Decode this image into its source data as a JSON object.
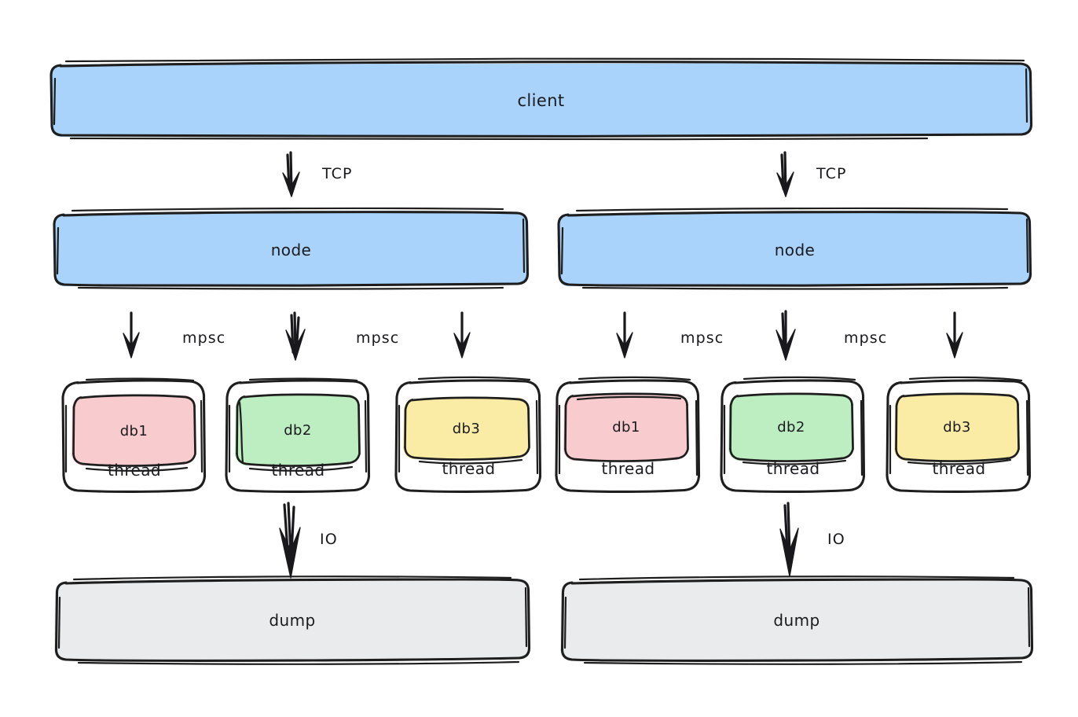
{
  "diagram": {
    "title": "client-node-thread-dump architecture",
    "style": "hand-drawn",
    "background": "#ffffff",
    "stroke_color": "#1e1e1e",
    "palette": {
      "blue_fill": "#a9d3fa",
      "pink_fill": "#f8cbce",
      "green_fill": "#bdeec1",
      "yellow_fill": "#fbeca5",
      "gray_fill": "#e9ebed",
      "white_fill": "#ffffff",
      "text": "#1b1b1f"
    }
  },
  "nodes": {
    "client": {
      "label": "client",
      "fill": "#a9d3fa"
    },
    "node_left": {
      "label": "node",
      "fill": "#a9d3fa"
    },
    "node_right": {
      "label": "node",
      "fill": "#a9d3fa"
    },
    "dump_left": {
      "label": "dump",
      "fill": "#e9ebed"
    },
    "dump_right": {
      "label": "dump",
      "fill": "#e9ebed"
    }
  },
  "threads": {
    "left": [
      {
        "thread_label": "thread",
        "db_label": "db1",
        "db_fill": "#f8cbce"
      },
      {
        "thread_label": "thread",
        "db_label": "db2",
        "db_fill": "#bdeec1"
      },
      {
        "thread_label": "thread",
        "db_label": "db3",
        "db_fill": "#fbeca5"
      }
    ],
    "right": [
      {
        "thread_label": "thread",
        "db_label": "db1",
        "db_fill": "#f8cbce"
      },
      {
        "thread_label": "thread",
        "db_label": "db2",
        "db_fill": "#bdeec1"
      },
      {
        "thread_label": "thread",
        "db_label": "db3",
        "db_fill": "#fbeca5"
      }
    ]
  },
  "edges": {
    "client_to_node_left": {
      "label": "TCP"
    },
    "client_to_node_right": {
      "label": "TCP"
    },
    "node_left_to_threads": [
      {
        "label": ""
      },
      {
        "label": "mpsc"
      },
      {
        "label": "mpsc"
      },
      {
        "label": ""
      }
    ],
    "node_right_to_threads": [
      {
        "label": ""
      },
      {
        "label": "mpsc"
      },
      {
        "label": "mpsc"
      },
      {
        "label": ""
      }
    ],
    "thread_to_dump_left": {
      "label": "IO"
    },
    "thread_to_dump_right": {
      "label": "IO"
    }
  },
  "edge_labels": {
    "tcp_left": "TCP",
    "tcp_right": "TCP",
    "mpsc_l1": "mpsc",
    "mpsc_l2": "mpsc",
    "mpsc_r1": "mpsc",
    "mpsc_r2": "mpsc",
    "io_left": "IO",
    "io_right": "IO"
  }
}
